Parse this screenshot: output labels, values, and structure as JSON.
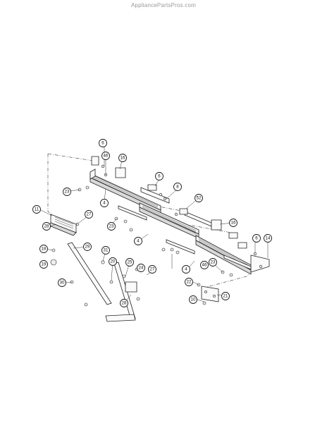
{
  "watermark": "AppliancePartsPros.com",
  "callouts": [
    {
      "id": "c6a",
      "label": "6"
    },
    {
      "id": "c46a",
      "label": "46"
    },
    {
      "id": "c16a",
      "label": "16"
    },
    {
      "id": "c6b",
      "label": "6"
    },
    {
      "id": "c8",
      "label": "8"
    },
    {
      "id": "c23a",
      "label": "23"
    },
    {
      "id": "c4a",
      "label": "4"
    },
    {
      "id": "c52",
      "label": "52"
    },
    {
      "id": "c11",
      "label": "11"
    },
    {
      "id": "c27a",
      "label": "27"
    },
    {
      "id": "c28a",
      "label": "28"
    },
    {
      "id": "c23b",
      "label": "23"
    },
    {
      "id": "c16b",
      "label": "16"
    },
    {
      "id": "c4b",
      "label": "4"
    },
    {
      "id": "c6c",
      "label": "6"
    },
    {
      "id": "c14",
      "label": "14"
    },
    {
      "id": "c18",
      "label": "18"
    },
    {
      "id": "c19",
      "label": "19"
    },
    {
      "id": "c29",
      "label": "29"
    },
    {
      "id": "c31",
      "label": "31"
    },
    {
      "id": "c20",
      "label": "20"
    },
    {
      "id": "c25",
      "label": "25"
    },
    {
      "id": "c24",
      "label": "24"
    },
    {
      "id": "c27b",
      "label": "27"
    },
    {
      "id": "c30",
      "label": "30"
    },
    {
      "id": "c28b",
      "label": "28"
    },
    {
      "id": "c23c",
      "label": "23"
    },
    {
      "id": "c46b",
      "label": "46"
    },
    {
      "id": "c4c",
      "label": "4"
    },
    {
      "id": "c22",
      "label": "22"
    },
    {
      "id": "c10",
      "label": "10"
    },
    {
      "id": "c21",
      "label": "21"
    }
  ]
}
